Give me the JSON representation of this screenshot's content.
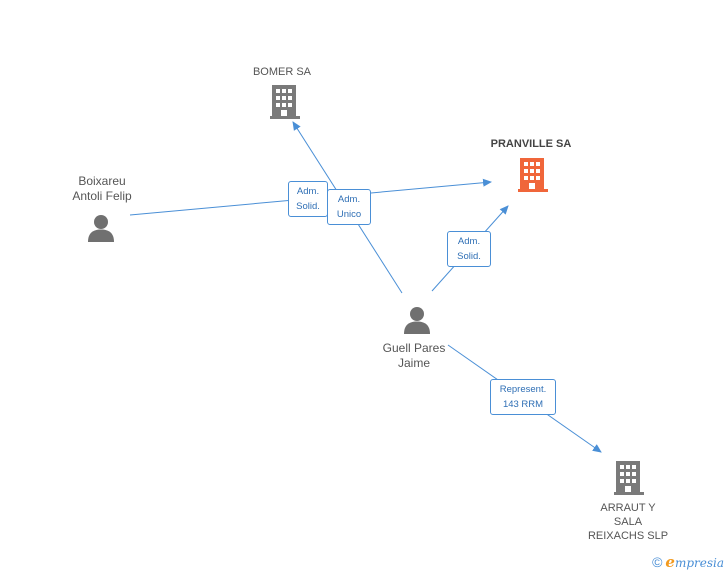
{
  "colors": {
    "edge": "#4a8fd6",
    "company_icon": "#7a7a7a",
    "main_company_icon": "#f0663a",
    "person_icon": "#707070"
  },
  "nodes": {
    "bomer": {
      "label": "BOMER SA",
      "icon": "building-icon"
    },
    "pranville": {
      "label": "PRANVILLE SA",
      "icon": "building-icon"
    },
    "boixareu": {
      "label_line1": "Boixareu",
      "label_line2": "Antoli Felip",
      "icon": "person-icon"
    },
    "guell": {
      "label_line1": "Guell Pares",
      "label_line2": "Jaime",
      "icon": "person-icon"
    },
    "arraut": {
      "label_line1": "ARRAUT Y",
      "label_line2": "SALA",
      "label_line3": "REIXACHS SLP",
      "icon": "building-icon"
    }
  },
  "edges": {
    "boixareu_pranville": {
      "line1": "Adm.",
      "line2": "Solid."
    },
    "guell_bomer": {
      "line1": "Adm.",
      "line2": "Unico"
    },
    "guell_pranville": {
      "line1": "Adm.",
      "line2": "Solid."
    },
    "guell_arraut": {
      "line1": "Represent.",
      "line2": "143 RRM"
    }
  },
  "footer": {
    "copyright": "©",
    "brand_e": "e",
    "brand_rest": "mpresia"
  }
}
